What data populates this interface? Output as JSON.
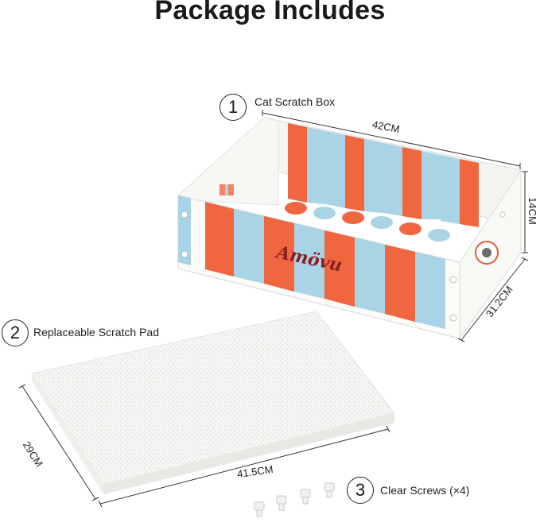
{
  "heading": "Package Includes",
  "items": [
    {
      "number": "1",
      "label": "Cat Scratch Box"
    },
    {
      "number": "2",
      "label": "Replaceable Scratch Pad"
    },
    {
      "number": "3",
      "label": "Clear Screws (×4)"
    }
  ],
  "box_dims": {
    "length": "42CM",
    "height": "14CM",
    "width": "31.2CM"
  },
  "pad_dims": {
    "width": "29CM",
    "length": "41.5CM"
  },
  "brand_logo": "Amövu",
  "colors": {
    "stripe_orange": "#f0663f",
    "stripe_blue": "#a9d4e6",
    "box_white": "#fbfbf8"
  }
}
